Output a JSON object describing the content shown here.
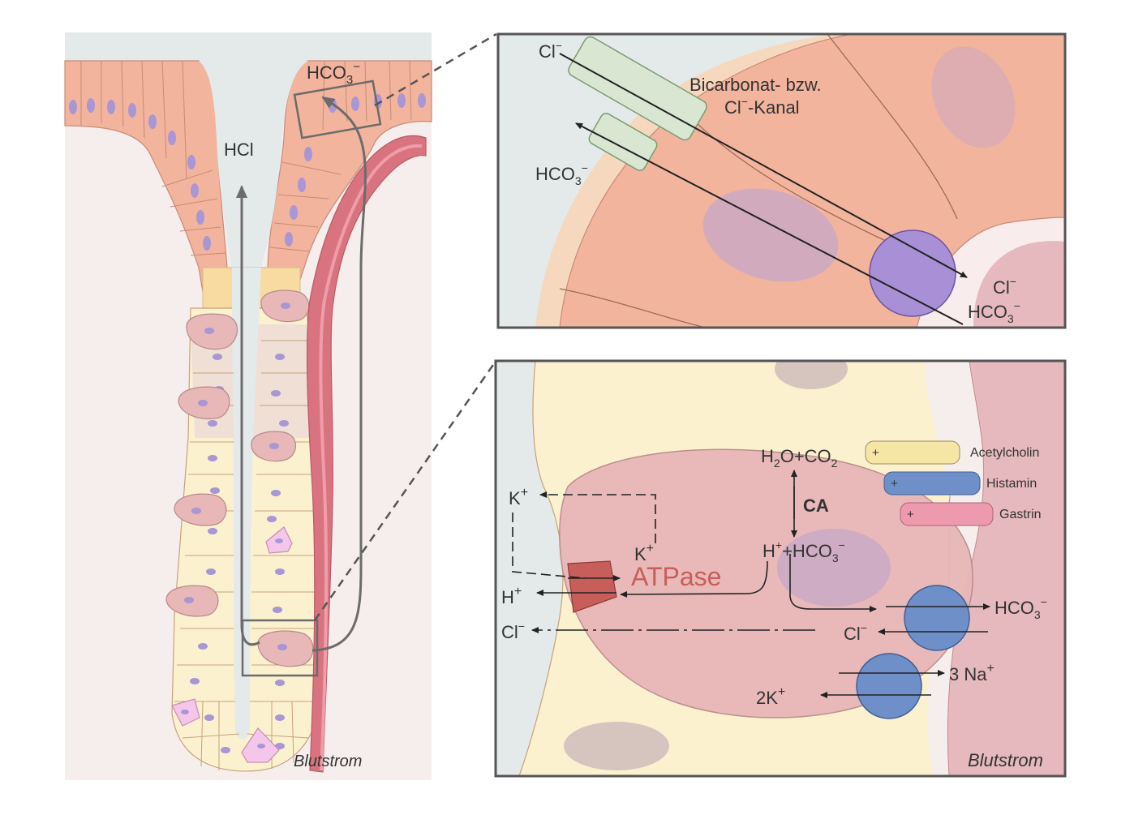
{
  "left_panel": {
    "hcl_label": "HCl",
    "hco3_label": "HCO",
    "hco3_sub": "3",
    "hco3_sup": "−",
    "blood_label": "Blutstrom"
  },
  "top_zoom": {
    "cl_label": "Cl",
    "cl_sup": "−",
    "channel_line1": "Bicarbonat- bzw.",
    "channel_line2_a": "Cl",
    "channel_line2_sup": "−",
    "channel_line2_b": "-Kanal",
    "hco3_label": "HCO",
    "hco3_sub": "3",
    "hco3_sup": "−",
    "out_cl": "Cl",
    "out_cl_sup": "−",
    "out_hco3": "HCO",
    "out_hco3_sub": "3",
    "out_hco3_sup": "−"
  },
  "bottom_zoom": {
    "h2o_co2": {
      "a": "H",
      "sub1": "2",
      "b": "O+CO",
      "sub2": "2"
    },
    "ca_label": "CA",
    "h_hco3": {
      "a": "H",
      "sup1": "+",
      "b": "+HCO",
      "sub": "3",
      "sup2": "−"
    },
    "k_out": {
      "a": "K",
      "sup": "+"
    },
    "k_in": {
      "a": "K",
      "sup": "+"
    },
    "h_out": {
      "a": "H",
      "sup": "+"
    },
    "atpase_label": "ATPase",
    "cl_out": {
      "a": "Cl",
      "sup": "−"
    },
    "hco3_right": {
      "a": "HCO",
      "sub": "3",
      "sup": "−"
    },
    "cl_right": {
      "a": "Cl",
      "sup": "−"
    },
    "na_right": {
      "a": "3 Na",
      "sup": "+"
    },
    "k2_left": {
      "a": "2K",
      "sup": "+"
    },
    "legend": [
      {
        "sign": "+",
        "label": "Acetylcholin",
        "color": "#f6e6a6"
      },
      {
        "sign": "+",
        "label": "Histamin",
        "color": "#6f8fc8"
      },
      {
        "sign": "+",
        "label": "Gastrin",
        "color": "#ee9aae"
      }
    ],
    "blood_label": "Blutstrom"
  },
  "colors": {
    "lumen": "#e4e9ea",
    "epithelium": "#f2b49d",
    "nucleus": "#a996d4",
    "vessel": "#d9737f",
    "yellow_cell": "#fbf1cf",
    "parietal_cell": "#e8b7b7",
    "atpase": "#c85e5a",
    "channel": "#d8e6d2",
    "transporter": "#a88fd6",
    "pump_blue": "#6f8fc8"
  }
}
